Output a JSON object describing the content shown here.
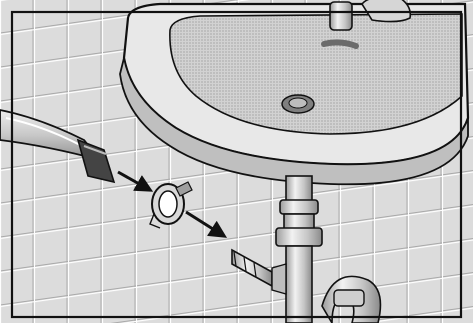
{
  "illustration": {
    "kind": "installation-step",
    "parts": [
      "drain-hose",
      "hose-clamp",
      "sink-drain-nozzle",
      "wash-basin",
      "faucet",
      "p-trap-pipe",
      "tiled-wall"
    ],
    "arrows": 2,
    "colors": {
      "ink": "#111111",
      "paper": "#ffffff",
      "tile": "#d9d9d9",
      "tile_shadow": "#9a9a9a",
      "basin": "#e6e6e6",
      "metal": "#bdbdbd"
    }
  }
}
